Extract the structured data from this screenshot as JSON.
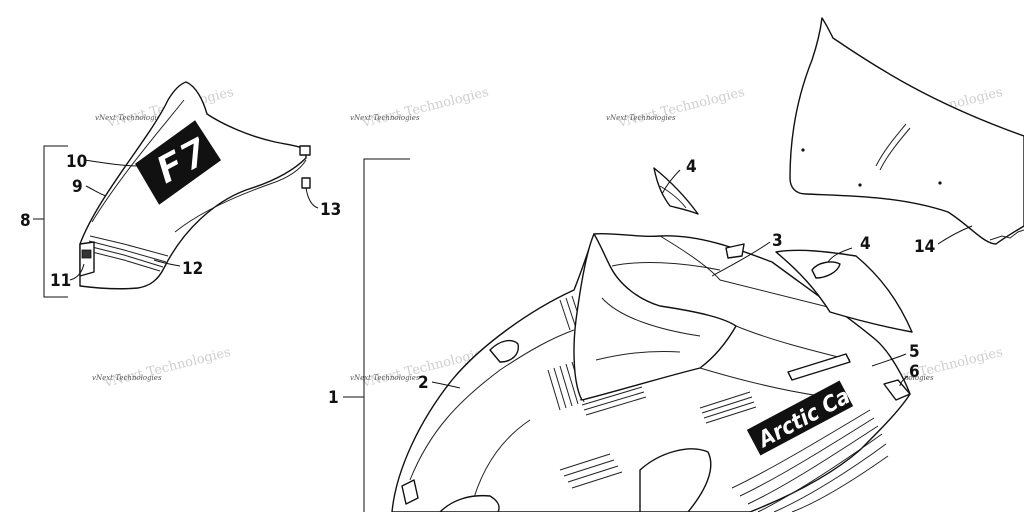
{
  "watermark": {
    "text": "vNext Technologies"
  },
  "hood_decal": {
    "logo_text": "F7"
  },
  "nose_decal": {
    "brand_text": "Arctic Cat"
  },
  "callouts": [
    {
      "id": "c1",
      "label": "1"
    },
    {
      "id": "c2",
      "label": "2"
    },
    {
      "id": "c3",
      "label": "3"
    },
    {
      "id": "c4a",
      "label": "4"
    },
    {
      "id": "c4b",
      "label": "4"
    },
    {
      "id": "c5",
      "label": "5"
    },
    {
      "id": "c6",
      "label": "6"
    },
    {
      "id": "c8",
      "label": "8"
    },
    {
      "id": "c9",
      "label": "9"
    },
    {
      "id": "c10",
      "label": "10"
    },
    {
      "id": "c11",
      "label": "11"
    },
    {
      "id": "c12",
      "label": "12"
    },
    {
      "id": "c13",
      "label": "13"
    },
    {
      "id": "c14",
      "label": "14"
    }
  ]
}
